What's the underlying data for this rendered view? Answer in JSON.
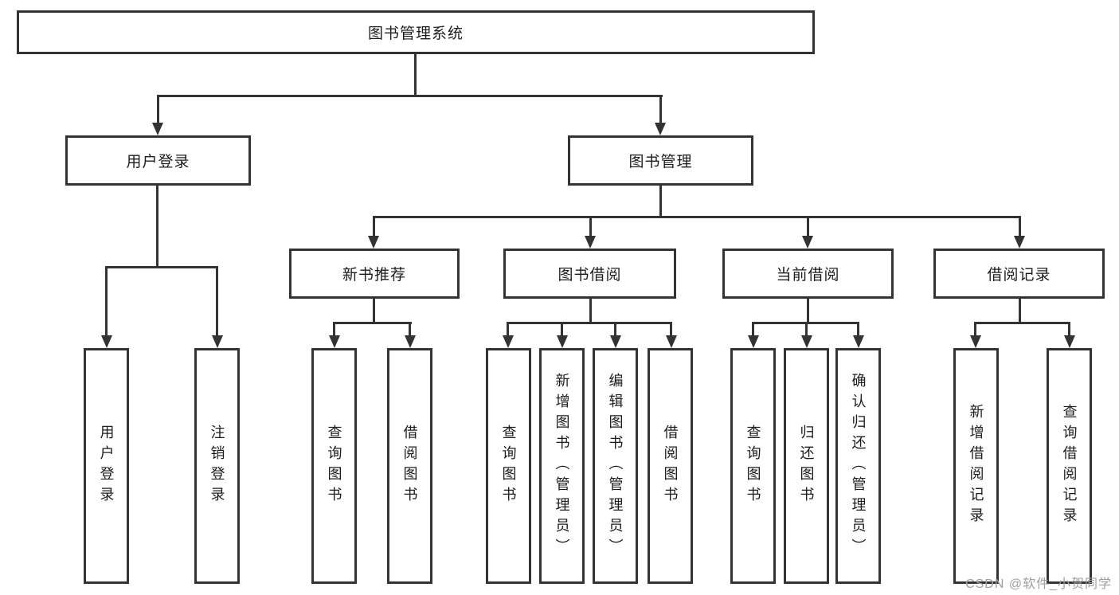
{
  "diagram_type": "hierarchy-tree",
  "tree": {
    "label": "图书管理系统",
    "children": [
      {
        "label": "用户登录",
        "children": [
          {
            "label": "用户登录"
          },
          {
            "label": "注销登录"
          }
        ]
      },
      {
        "label": "图书管理",
        "children": [
          {
            "label": "新书推荐",
            "children": [
              {
                "label": "查询图书"
              },
              {
                "label": "借阅图书"
              }
            ]
          },
          {
            "label": "图书借阅",
            "children": [
              {
                "label": "查询图书"
              },
              {
                "label": "新增图书（管理员）"
              },
              {
                "label": "编辑图书（管理员）"
              },
              {
                "label": "借阅图书"
              }
            ]
          },
          {
            "label": "当前借阅",
            "children": [
              {
                "label": "查询图书"
              },
              {
                "label": "归还图书"
              },
              {
                "label": "确认归还（管理员）"
              }
            ]
          },
          {
            "label": "借阅记录",
            "children": [
              {
                "label": "新增借阅记录"
              },
              {
                "label": "查询借阅记录"
              }
            ]
          }
        ]
      }
    ]
  },
  "watermark": {
    "text": "CSDN @软件_小贺同学"
  },
  "colors": {
    "line": "#333333",
    "text": "#1c1c1c",
    "background": "#ffffff",
    "watermark": "#9e9e9e"
  }
}
